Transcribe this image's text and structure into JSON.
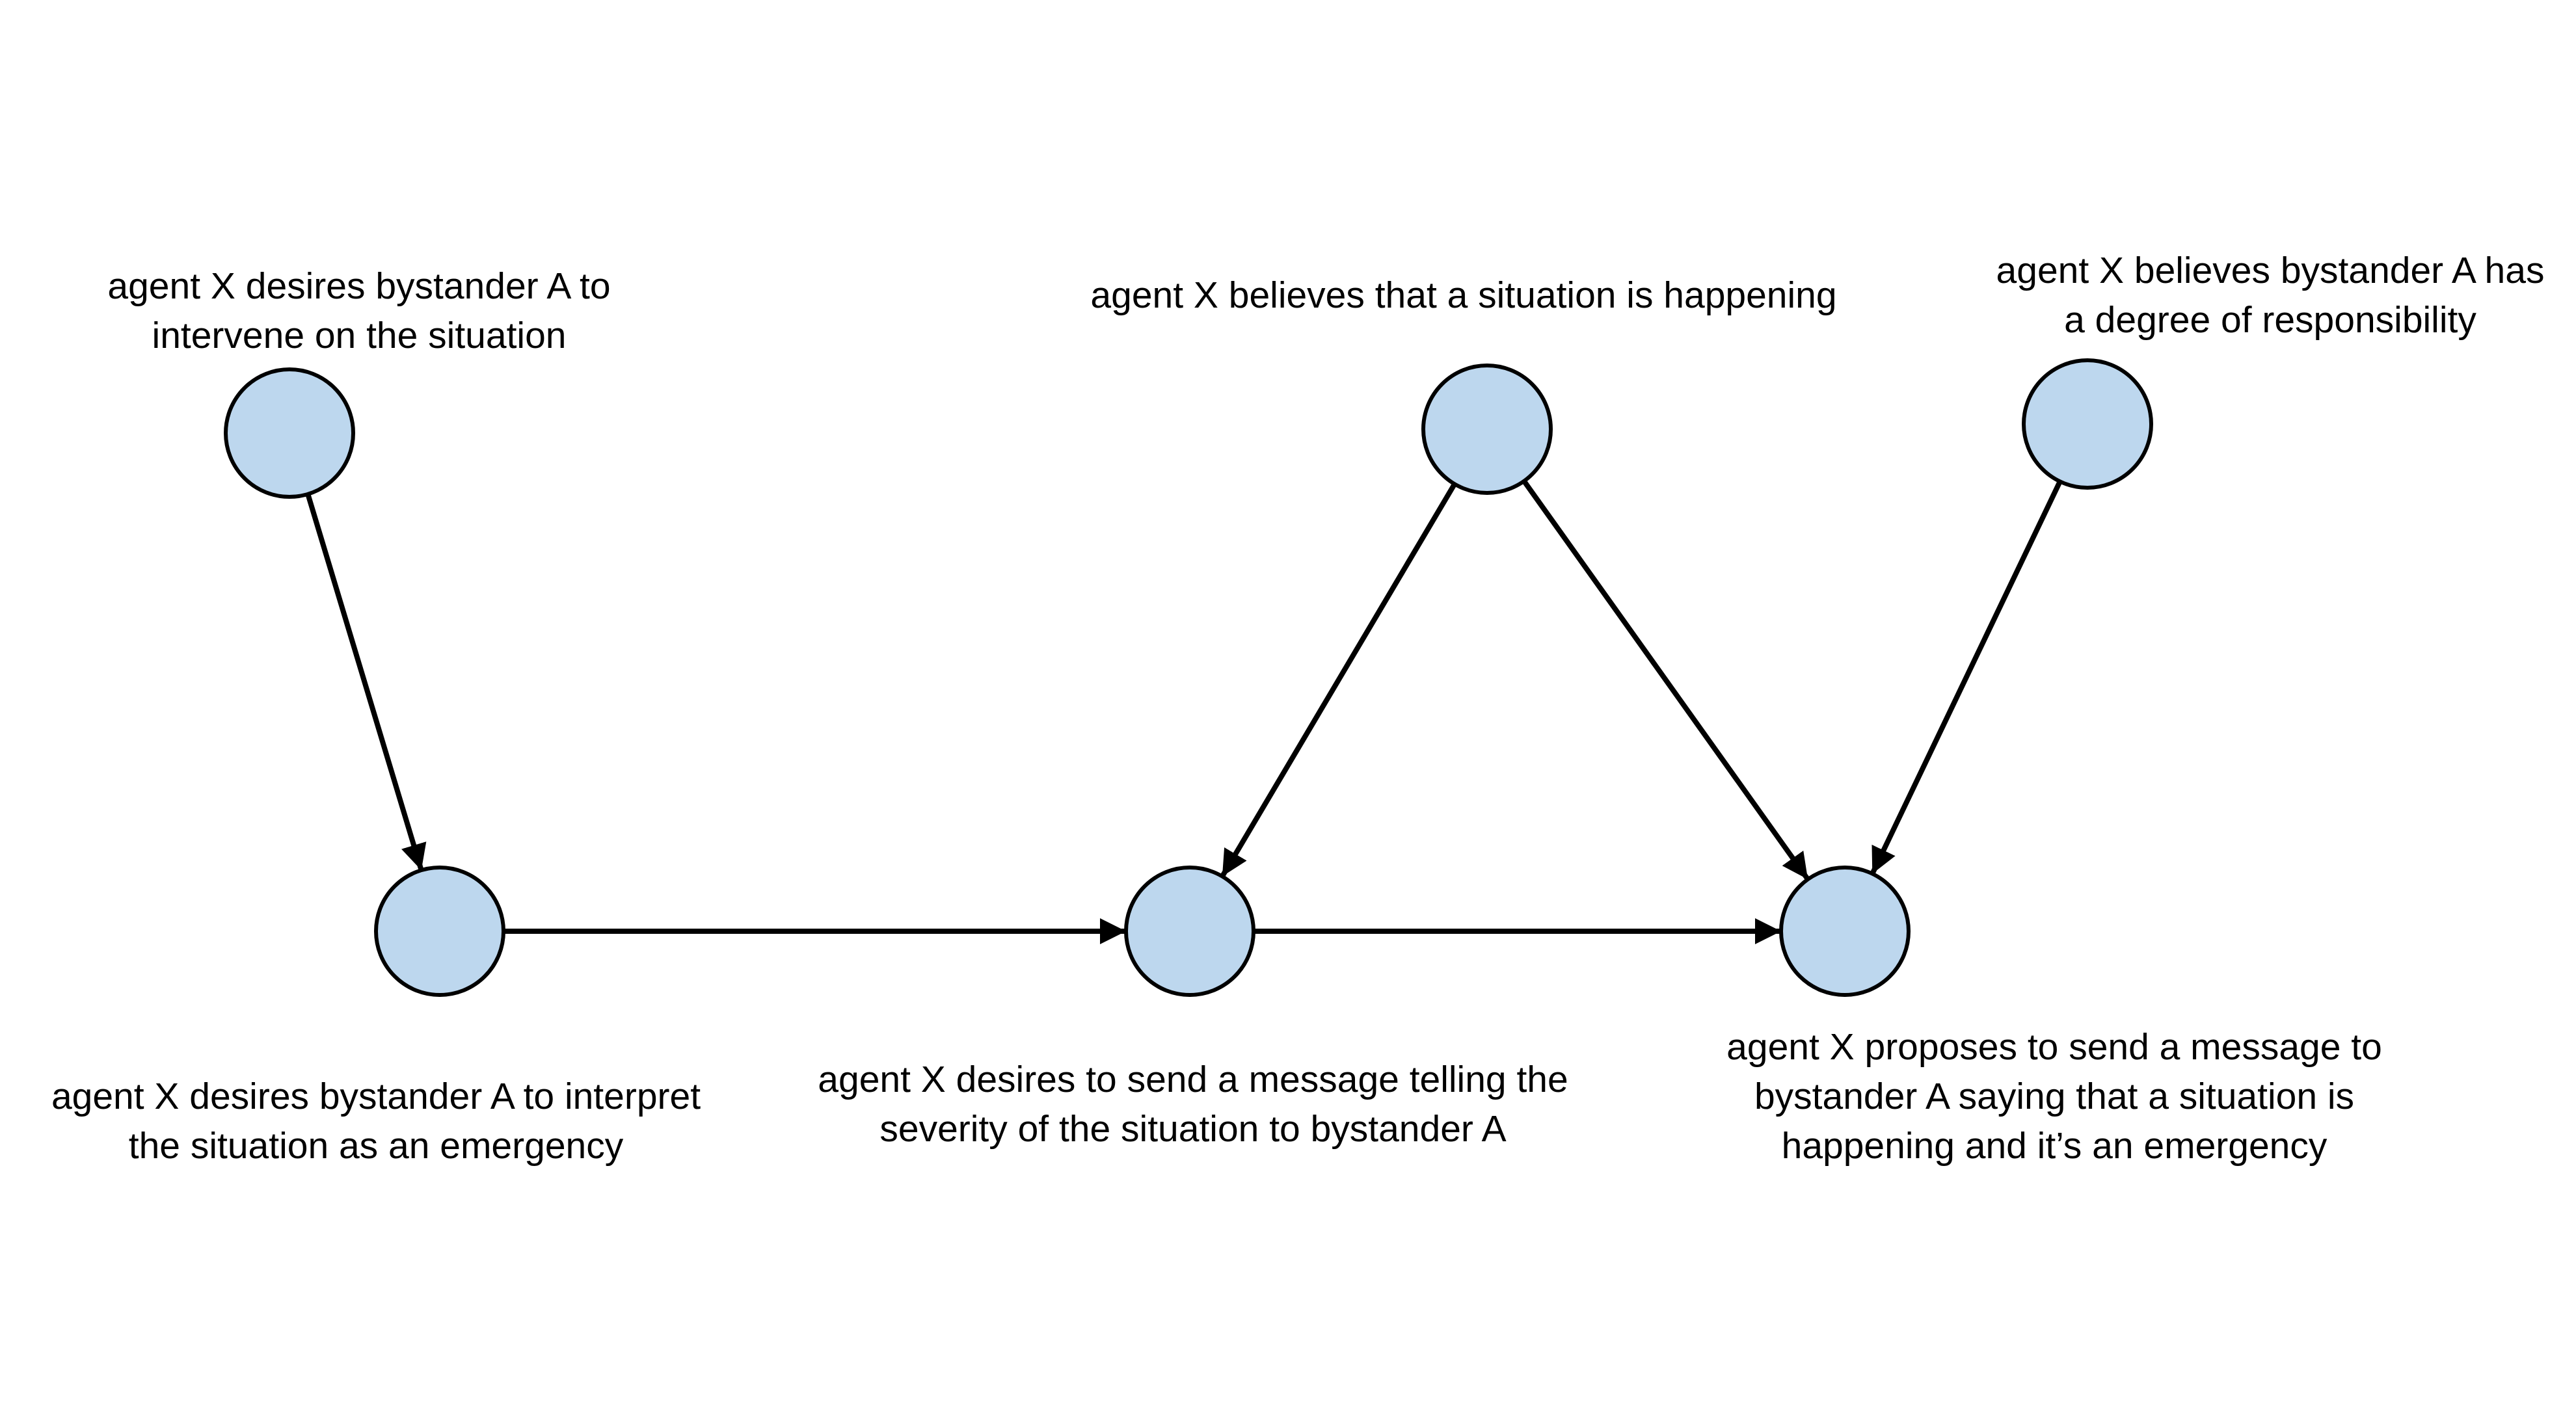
{
  "colors": {
    "node_fill": "#bdd7ee",
    "node_stroke": "#000000",
    "edge": "#000000",
    "background": "#ffffff"
  },
  "nodes": [
    {
      "id": "n1",
      "lines": [
        "agent X desires bystander A to",
        "intervene on the situation"
      ]
    },
    {
      "id": "n2",
      "lines": [
        "agent X believes that a situation is happening"
      ]
    },
    {
      "id": "n3",
      "lines": [
        "agent X believes bystander A has",
        "a degree of responsibility"
      ]
    },
    {
      "id": "n4",
      "lines": [
        "agent X desires bystander A to interpret",
        "the situation as an emergency"
      ]
    },
    {
      "id": "n5",
      "lines": [
        "agent X desires to send a message telling the",
        "severity of the situation to bystander A"
      ]
    },
    {
      "id": "n6",
      "lines": [
        "agent X proposes to send a message to",
        "bystander A saying that a situation is",
        "happening and it’s an emergency"
      ]
    }
  ],
  "edges": [
    {
      "from": "n1",
      "to": "n4"
    },
    {
      "from": "n4",
      "to": "n5"
    },
    {
      "from": "n2",
      "to": "n5"
    },
    {
      "from": "n2",
      "to": "n6"
    },
    {
      "from": "n5",
      "to": "n6"
    },
    {
      "from": "n3",
      "to": "n6"
    }
  ]
}
